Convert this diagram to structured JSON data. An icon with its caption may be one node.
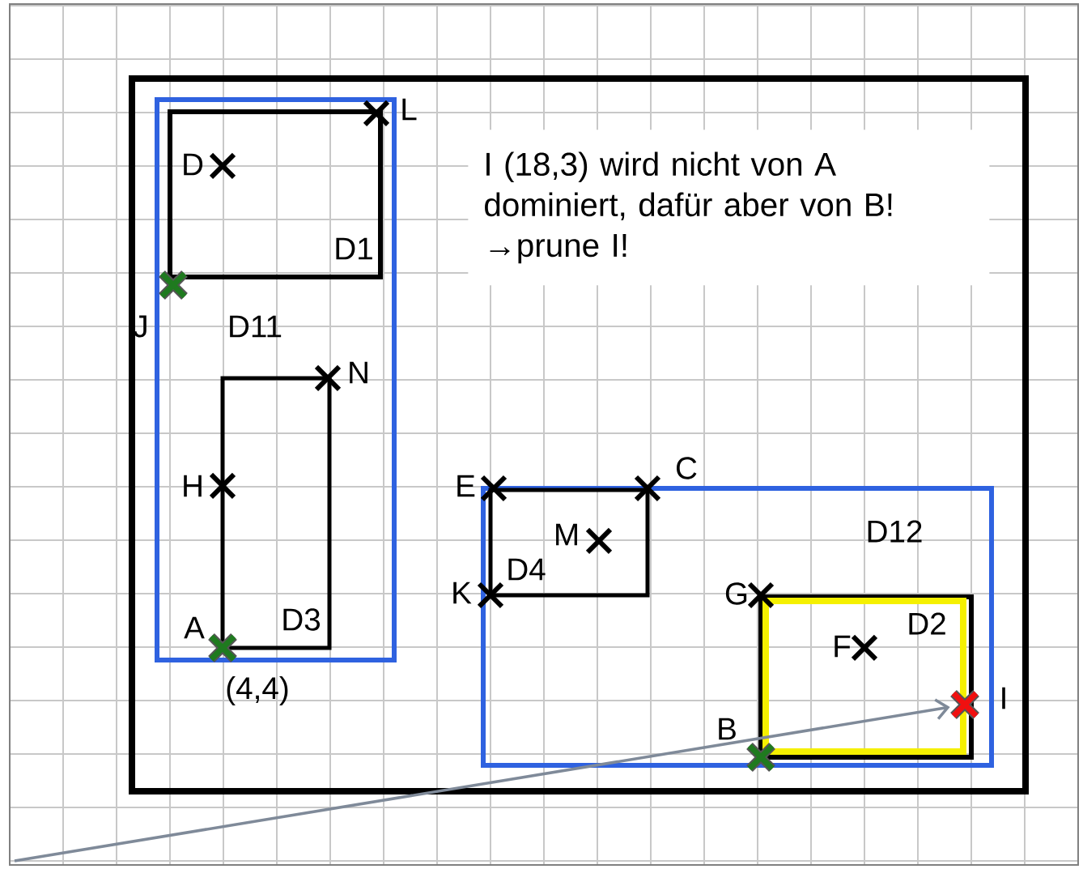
{
  "diagram": {
    "nodes": [
      {
        "text": [],
        "shape": "box"
      },
      {
        "text": [
          "D11"
        ],
        "in": 0
      },
      {
        "text": [
          "D1"
        ],
        "in": 1
      },
      {
        "text": [
          "D3"
        ],
        "in": 1
      },
      {
        "text": [
          "I (18,3) wird nicht von A dominiert, dafür aber von B! →prune I!"
        ],
        "in": 0
      },
      {
        "text": [
          "D12"
        ],
        "in": 0
      },
      {
        "text": [
          "D4"
        ],
        "in": 5
      },
      {
        "text": [
          "D2"
        ],
        "in": 5
      },
      {
        "text": [],
        "shape": "cross",
        "beside": [
          "I"
        ],
        "in": 5
      }
    ],
    "edges": [
      {
        "from": null,
        "to": 8,
        "arrow": "to"
      }
    ],
    "labels": [
      "L",
      "D",
      "J",
      "N",
      "H",
      "A",
      "(4,4)",
      "C",
      "E",
      "M",
      "K",
      "G",
      "F",
      "B"
    ]
  }
}
